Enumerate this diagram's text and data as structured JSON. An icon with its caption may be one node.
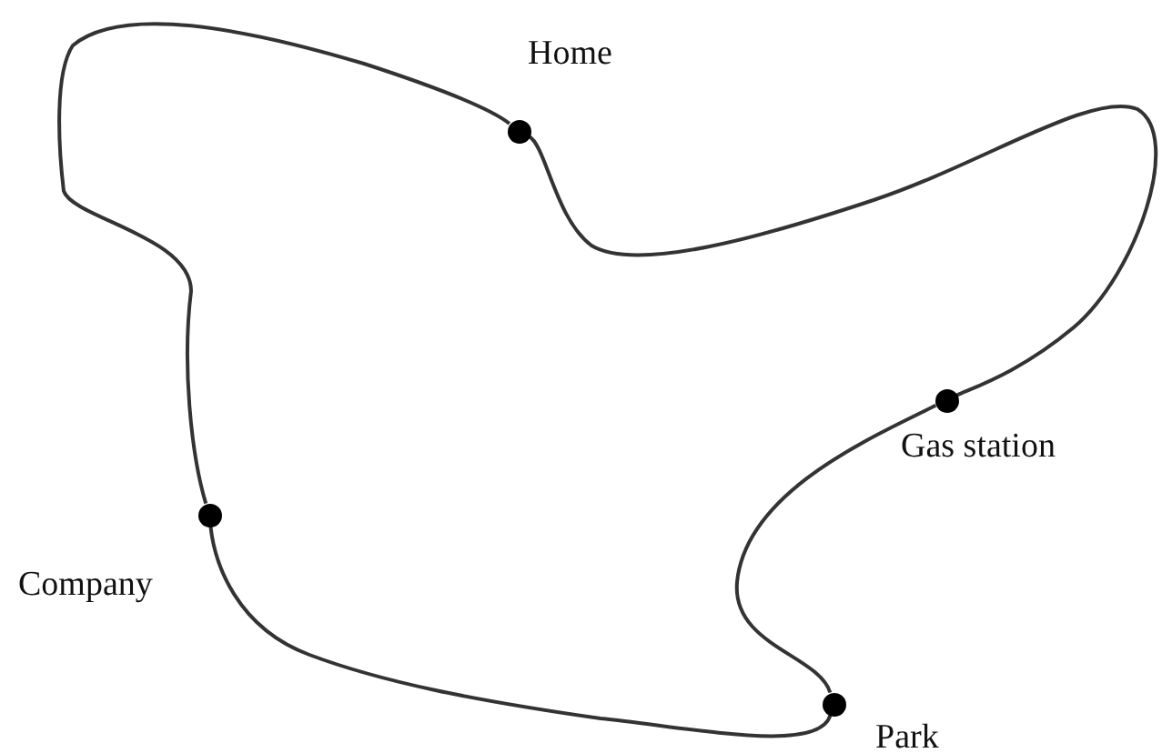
{
  "diagram": {
    "nodes": [
      {
        "text": [],
        "shape": "circle",
        "beside": [
          "Home"
        ]
      },
      {
        "text": [],
        "shape": "circle",
        "beside": [
          "Gas station"
        ]
      },
      {
        "text": [],
        "shape": "circle",
        "beside": [
          "Park"
        ]
      },
      {
        "text": [],
        "shape": "circle",
        "beside": [
          "Company"
        ]
      }
    ],
    "edges": [
      {
        "from": 0,
        "to": 1,
        "arrow": "none"
      },
      {
        "from": 1,
        "to": 2,
        "arrow": "none"
      },
      {
        "from": 2,
        "to": 3,
        "arrow": "none"
      },
      {
        "from": 3,
        "to": 0,
        "arrow": "none"
      }
    ]
  }
}
